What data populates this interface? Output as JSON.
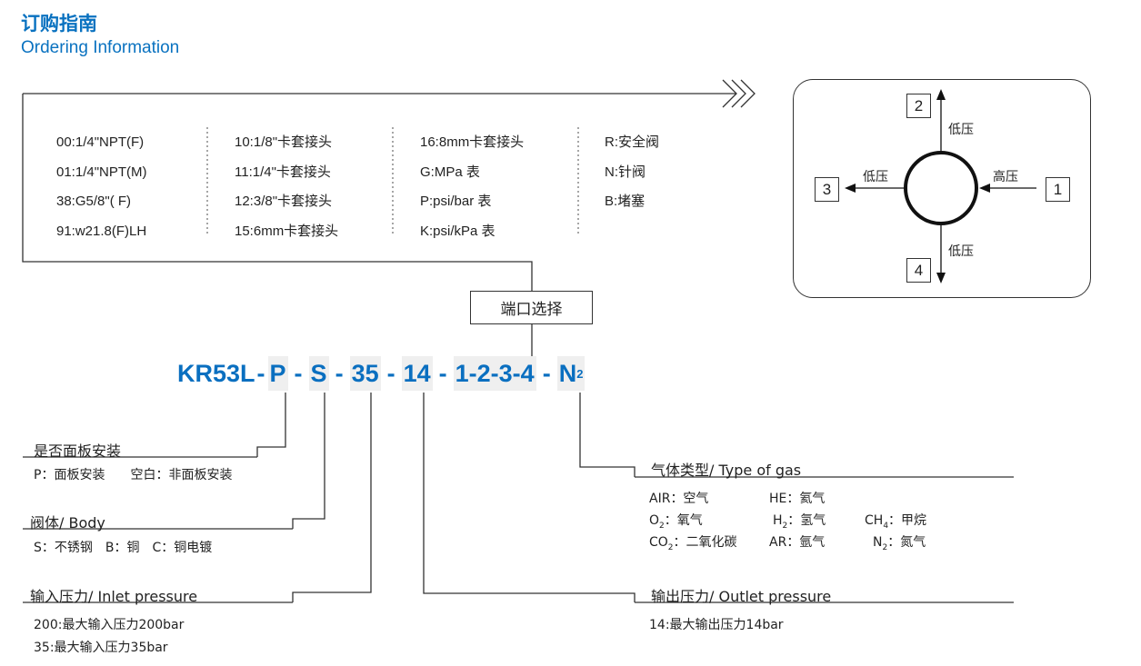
{
  "title": {
    "cn": "订购指南",
    "en": "Ordering Information"
  },
  "port_options": [
    [
      "00:1/4\"NPT(F)",
      "01:1/4\"NPT(M)",
      "38:G5/8\"( F)",
      "91:w21.8(F)LH"
    ],
    [
      "10:1/8\"卡套接头",
      "11:1/4\"卡套接头",
      "12:3/8\"卡套接头",
      "15:6mm卡套接头"
    ],
    [
      "16:8mm卡套接头",
      "G:MPa 表",
      "P:psi/bar 表",
      "K:psi/kPa 表"
    ],
    [
      "R:安全阀",
      "N:针阀",
      "B:堵塞"
    ]
  ],
  "port_select_label": "端口选择",
  "port_diagram": {
    "ports": [
      "1",
      "2",
      "3",
      "4"
    ],
    "high": "高压",
    "low": "低压"
  },
  "code": {
    "prefix": "KR53L",
    "dash": "-",
    "p": "P",
    "s": "S",
    "inlet": "35",
    "outlet": "14",
    "ports": "1-2-3-4",
    "gas": "N",
    "gas_sub": "2"
  },
  "panel": {
    "heading": "是否面板安装",
    "desc": "P：面板安装　　空白：非面板安装"
  },
  "body": {
    "heading": "阀体/ Body",
    "desc": "S：不锈钢　B：铜　C：铜电镀"
  },
  "inlet": {
    "heading": "输入压力/ Inlet pressure",
    "lines": [
      "200:最大输入压力200bar",
      "35:最大输入压力35bar"
    ]
  },
  "outlet": {
    "heading": "输出压力/ Outlet pressure",
    "lines": [
      "14:最大输出压力14bar"
    ]
  },
  "gas": {
    "heading": "气体类型/ Type of gas",
    "items": [
      {
        "f": "AIR",
        "s": "",
        "n": "：空气"
      },
      {
        "f": "HE",
        "s": "",
        "n": "：氦气"
      },
      {
        "f": "O",
        "s": "2",
        "n": "：氧气"
      },
      {
        "f": "H",
        "s": "2",
        "n": "：氢气"
      },
      {
        "f": "CH",
        "s": "4",
        "n": "：甲烷"
      },
      {
        "f": "CO",
        "s": "2",
        "n": "：二氧化碳"
      },
      {
        "f": "AR",
        "s": "",
        "n": "：氩气"
      },
      {
        "f": "N",
        "s": "2",
        "n": "：氮气"
      }
    ]
  }
}
